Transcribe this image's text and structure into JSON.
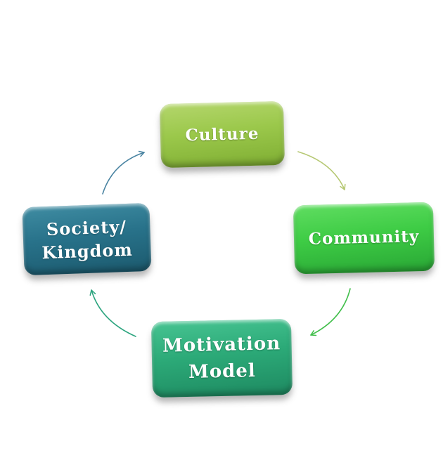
{
  "diagram": {
    "type": "cycle",
    "direction": "clockwise",
    "background_color": "#ffffff",
    "nodes": [
      {
        "id": "culture",
        "lines": [
          "Culture"
        ],
        "color": "#9bc84b",
        "color_light": "#b4d66c",
        "color_dark": "#7fae33",
        "text_color": "#ffffff"
      },
      {
        "id": "community",
        "lines": [
          "Community"
        ],
        "color": "#3ecc45",
        "color_light": "#60dd61",
        "color_dark": "#29a735",
        "text_color": "#ffffff"
      },
      {
        "id": "motivation-model",
        "lines": [
          "Motivation",
          "Model"
        ],
        "color": "#2caa78",
        "color_light": "#47c492",
        "color_dark": "#1e8a61",
        "text_color": "#ffffff"
      },
      {
        "id": "society-kingdom",
        "lines": [
          "Society/",
          "Kingdom"
        ],
        "color": "#28728a",
        "color_light": "#3f8ca2",
        "color_dark": "#1c5a6e",
        "text_color": "#ffffff"
      }
    ],
    "arrows": [
      {
        "from": "society-kingdom",
        "to": "culture",
        "color": "#4a84a2"
      },
      {
        "from": "culture",
        "to": "community",
        "color": "#b6c873"
      },
      {
        "from": "community",
        "to": "motivation-model",
        "color": "#42bf4c"
      },
      {
        "from": "motivation-model",
        "to": "society-kingdom",
        "color": "#2ba47e"
      }
    ]
  }
}
